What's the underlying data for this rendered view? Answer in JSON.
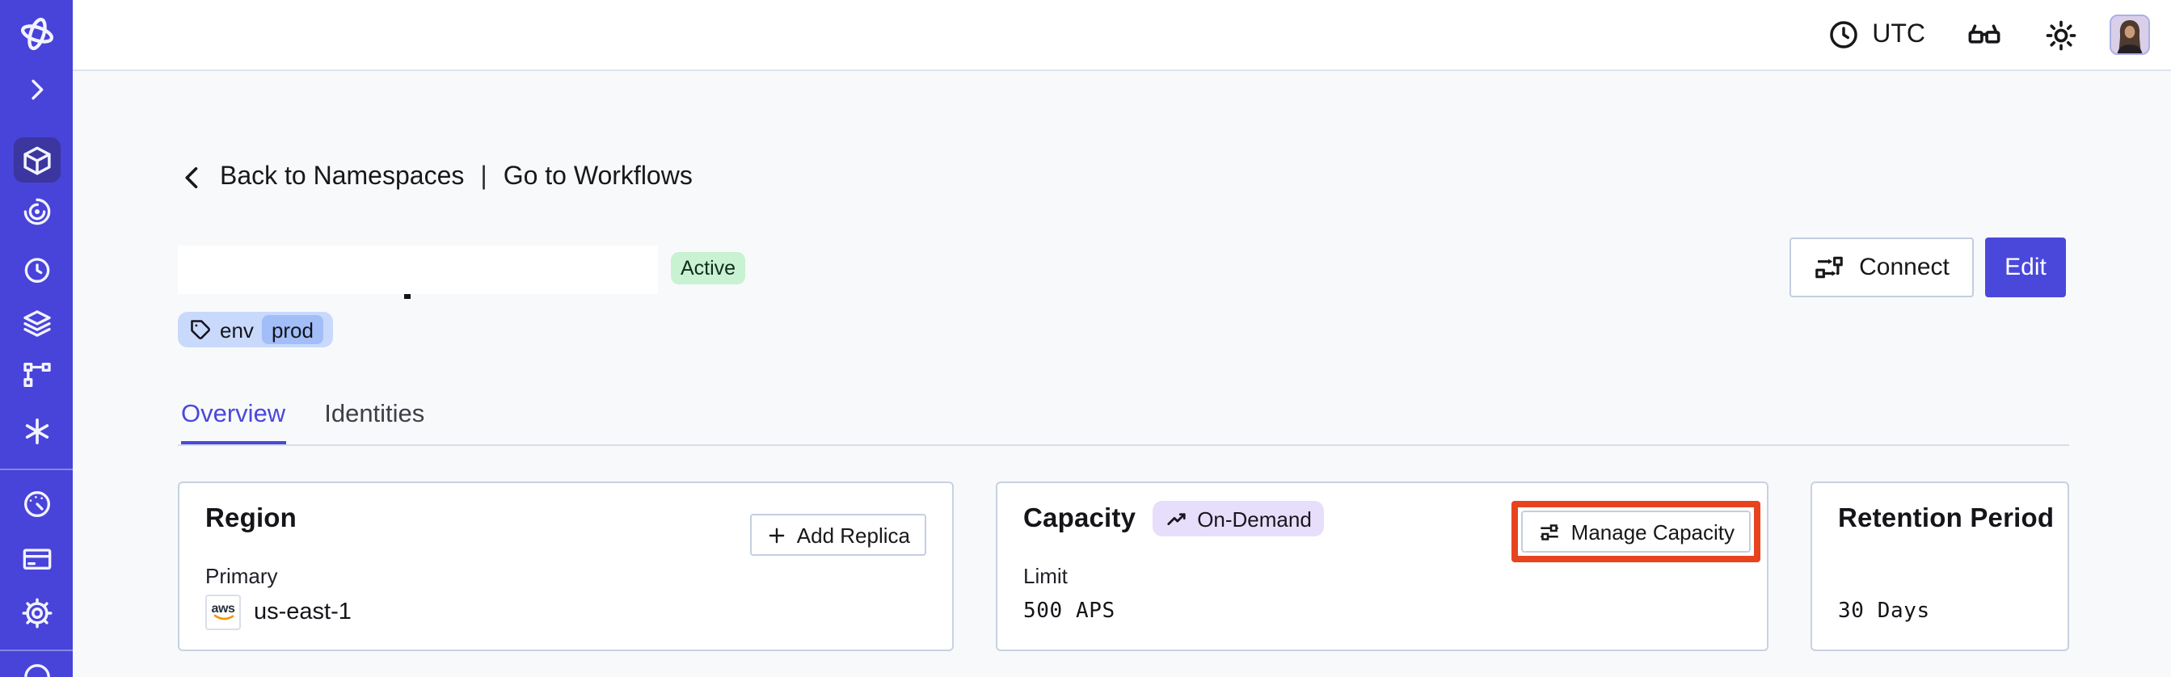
{
  "topbar": {
    "timezone_label": "UTC"
  },
  "breadcrumb": {
    "back_label": "Back to Namespaces",
    "separator": "|",
    "workflows_label": "Go to Workflows"
  },
  "header": {
    "status_badge": "Active",
    "tag_key": "env",
    "tag_value": "prod",
    "connect_label": "Connect",
    "edit_label": "Edit"
  },
  "tabs": {
    "overview": "Overview",
    "identities": "Identities"
  },
  "cards": {
    "region": {
      "title": "Region",
      "action_label": "Add Replica",
      "field_label": "Primary",
      "provider": "aws",
      "value": "us-east-1"
    },
    "capacity": {
      "title": "Capacity",
      "badge": "On-Demand",
      "action_label": "Manage Capacity",
      "field_label": "Limit",
      "value": "500 APS"
    },
    "retention": {
      "title": "Retention Period",
      "value": "30 Days"
    }
  },
  "sidebar": {
    "active_item": "namespaces",
    "icons": [
      "temporal-logo",
      "expand-sidebar",
      "namespaces",
      "workflows",
      "schedules",
      "worker-deployments",
      "nexus",
      "batch-operations",
      "usage",
      "billing",
      "settings",
      "account"
    ]
  },
  "colors": {
    "sidebar_bg": "#4843D9",
    "sidebar_active_bg": "#3B36A0",
    "accent_indigo": "#4A48DB",
    "annotation_red": "#E8431F",
    "status_green_bg": "#C8F2D2",
    "tag_blue_bg": "#C9D9FC",
    "tag_blue_chip_bg": "#A2BEF8",
    "ondemand_lavender_bg": "#E7DEFB",
    "card_border": "#C8D2E0",
    "page_bg": "#F8F9FB",
    "text_primary": "#18181B"
  }
}
